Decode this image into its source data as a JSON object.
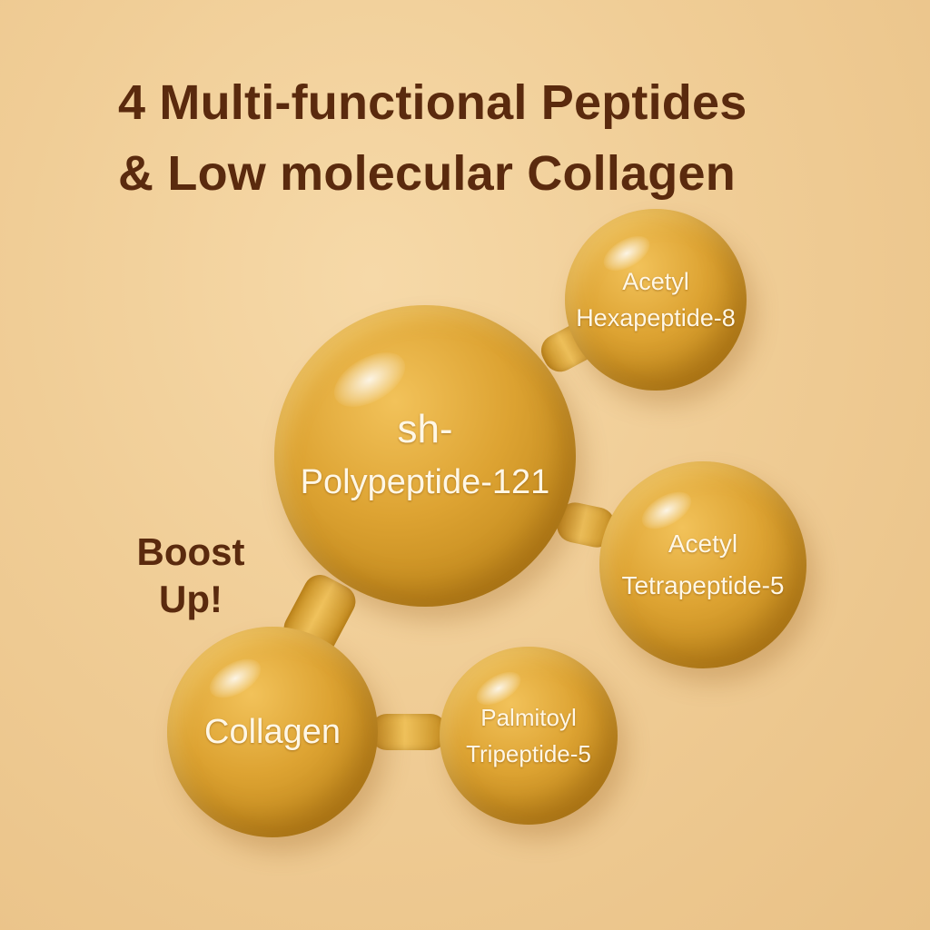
{
  "headline": {
    "line1": "4 Multi-functional Peptides",
    "line2": "& Low molecular Collagen"
  },
  "callout": {
    "line1": "Boost",
    "line2": "Up!"
  },
  "molecules": {
    "main": {
      "line1": "sh-",
      "line2": "Polypeptide-121"
    },
    "hexa": {
      "line1": "Acetyl",
      "line2": "Hexapeptide-8"
    },
    "tetra": {
      "line1": "Acetyl",
      "line2": "Tetrapeptide-5"
    },
    "collagen": {
      "line1": "Collagen"
    },
    "palmitoyl": {
      "line1": "Palmitoyl",
      "line2": "Tripeptide-5"
    }
  },
  "colors": {
    "background": "#f0cd96",
    "headline_text": "#5a2a0e",
    "bubble_gold": "#dda332",
    "bubble_text": "#fff7e6"
  }
}
